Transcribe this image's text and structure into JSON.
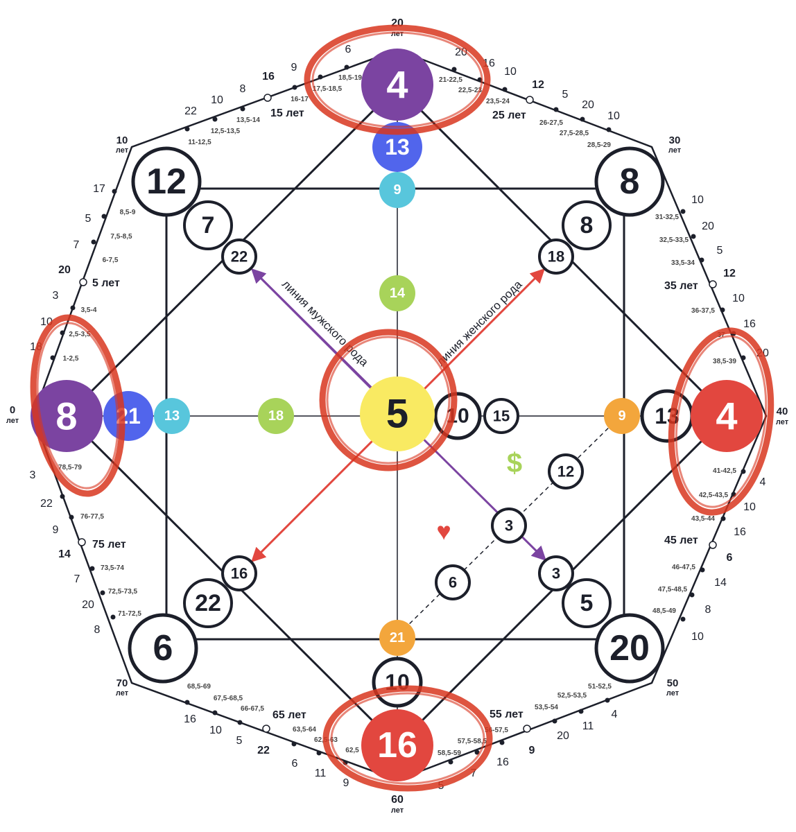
{
  "colors": {
    "line": "#1c1f2a",
    "purple": "#7b44a1",
    "blue": "#5165ec",
    "cyan": "#58c6dc",
    "green": "#a8d35a",
    "yellow": "#f9ea62",
    "orange": "#f3a63c",
    "red": "#e2473f",
    "marker": "#d8361f",
    "male_line": "#7b44a1",
    "female_line": "#e2473f"
  },
  "corners": {
    "top_left": "12",
    "top_right": "8",
    "bottom_left": "6",
    "bottom_right": "20"
  },
  "corner_inner": {
    "top_left": "7",
    "top_right": "8",
    "bottom_left": "22",
    "bottom_right": "5"
  },
  "diamond_nodes": {
    "top_left": "22",
    "top_right": "18",
    "bottom_left": "16",
    "bottom_right": "3"
  },
  "top_column": {
    "outer": "4",
    "second": "13",
    "third": "9",
    "fourth": "14"
  },
  "left_row": {
    "outer": "8",
    "second": "21",
    "third": "13",
    "fourth": "18"
  },
  "right_row": {
    "outer": "4",
    "second": "13",
    "third": "9",
    "inner_a": "15",
    "inner_b": "10"
  },
  "bottom_column": {
    "outer": "16",
    "second": "10",
    "third": "21"
  },
  "center": "5",
  "inner_extras": {
    "money_value": "12",
    "love_value": "3",
    "lower_value": "6",
    "money_symbol": "$",
    "heart_symbol": "♥"
  },
  "line_labels": {
    "male": "линия мужского рода",
    "female": "линия женского рода"
  },
  "age_labels": {
    "unit": "лет",
    "top_20": "20",
    "left_0": "0",
    "right_40": "40",
    "bottom_60": "60",
    "tl_10": "10",
    "tr_30": "30",
    "bl_70": "70",
    "br_50": "50",
    "a5": "5 лет",
    "a15": "15 лет",
    "a25": "25 лет",
    "a35": "35 лет",
    "a45": "45 лет",
    "a55": "55 лет",
    "a65": "65 лет",
    "a75": "75 лет"
  },
  "perimeter_numbers": {
    "left_upper": [
      "17",
      "5",
      "7",
      "20",
      "3",
      "10",
      "18"
    ],
    "left_lower": [
      "3",
      "22",
      "9",
      "14",
      "7",
      "20",
      "8"
    ],
    "top_left": [
      "22",
      "10",
      "8",
      "16",
      "9",
      "6"
    ],
    "top_right": [
      "20",
      "16",
      "10",
      "12",
      "5",
      "20",
      "10"
    ],
    "right_upper": [
      "10",
      "20",
      "5",
      "12",
      "10",
      "16",
      "20"
    ],
    "right_lower": [
      "4",
      "10",
      "16",
      "6",
      "14",
      "8",
      "10"
    ],
    "bottom_left": [
      "16",
      "10",
      "5",
      "22",
      "6",
      "11",
      "9"
    ],
    "bottom_right": [
      "4",
      "11",
      "20",
      "9",
      "16",
      "7",
      "5"
    ]
  },
  "perimeter_ranges": {
    "top_left": [
      "11-12,5",
      "12,5-13,5",
      "13,5-14",
      "16-17",
      "17,5-18,5",
      "18,5-19"
    ],
    "top_right": [
      "21-22,5",
      "22,5-23",
      "23,5-24",
      "26-27,5",
      "27,5-28,5",
      "28,5-29"
    ],
    "left_upper": [
      "8,5-9",
      "7,5-8,5",
      "6-7,5",
      "3,5-4",
      "2,5-3,5",
      "1-2,5"
    ],
    "left_lower": [
      "78,5-79",
      "76-77,5",
      "73,5-74",
      "72,5-73,5",
      "71-72,5"
    ],
    "right_upper": [
      "31-32,5",
      "32,5-33,5",
      "33,5-34",
      "36-37,5",
      "37",
      "38,5-39"
    ],
    "right_lower": [
      "41-42,5",
      "42,5-43,5",
      "43,5-44",
      "46-47,5",
      "47,5-48,5",
      "48,5-49"
    ],
    "bottom_left": [
      "68,5-69",
      "67,5-68,5",
      "66-67,5",
      "63,5-64",
      "62,5-63",
      "62,5"
    ],
    "bottom_right": [
      "51-52,5",
      "52,5-53,5",
      "53,5-54",
      "56-57,5",
      "57,5-58,5",
      "58,5-59"
    ]
  }
}
